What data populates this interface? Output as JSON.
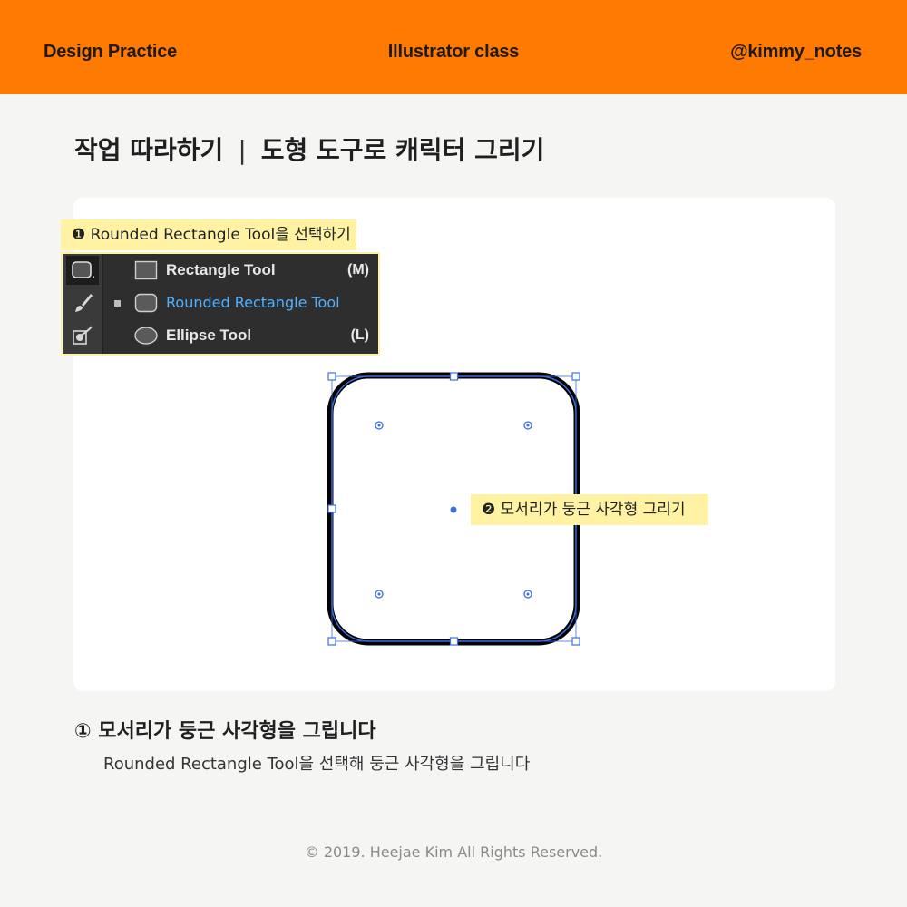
{
  "header": {
    "left": "Design Practice",
    "center": "Illustrator class",
    "right": "@kimmy_notes",
    "background": "#ff7a00"
  },
  "page_title": {
    "part1": "작업 따라하기",
    "separator": "|",
    "part2": "도형 도구로 캐릭터 그리기"
  },
  "callouts": {
    "step1": "❶ Rounded Rectangle Tool을 선택하기",
    "step2": "❷ 모서리가 둥근 사각형 그리기",
    "highlight_color": "#fff3a3"
  },
  "tool_menu": {
    "toolstrip_icons": [
      "rounded-rectangle-icon",
      "paintbrush-icon",
      "shaper-icon"
    ],
    "items": [
      {
        "icon": "rectangle-icon",
        "label": "Rectangle Tool",
        "shortcut": "(M)",
        "selected": false
      },
      {
        "icon": "rounded-rectangle-icon",
        "label": "Rounded Rectangle Tool",
        "shortcut": "",
        "selected": true
      },
      {
        "icon": "ellipse-icon",
        "label": "Ellipse Tool",
        "shortcut": "(L)",
        "selected": false
      }
    ],
    "selected_color": "#4fb0ff"
  },
  "caption": {
    "title": "① 모서리가 둥근 사각형을 그립니다",
    "subtitle": "Rounded Rectangle Tool을 선택해 둥근 사각형을 그립니다"
  },
  "footer": "© 2019. Heejae Kim All Rights Reserved."
}
